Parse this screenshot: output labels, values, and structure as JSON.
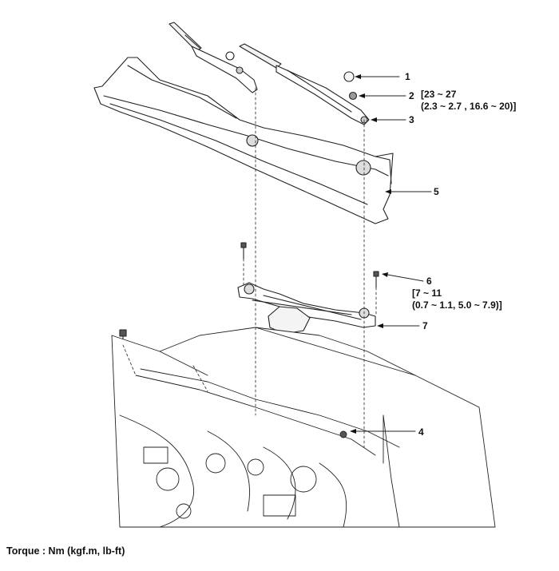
{
  "callouts": [
    "1",
    "2",
    "3",
    "4",
    "5",
    "6",
    "7"
  ],
  "torque_2": {
    "line1": "[23 ~ 27",
    "line2": "(2.3 ~ 2.7 , 16.6 ~ 20)]"
  },
  "torque_6": {
    "line1": "[7 ~ 11",
    "line2": "(0.7 ~ 1.1, 5.0 ~ 7.9)]"
  },
  "footer": "Torque : Nm (kgf.m, lb-ft)"
}
